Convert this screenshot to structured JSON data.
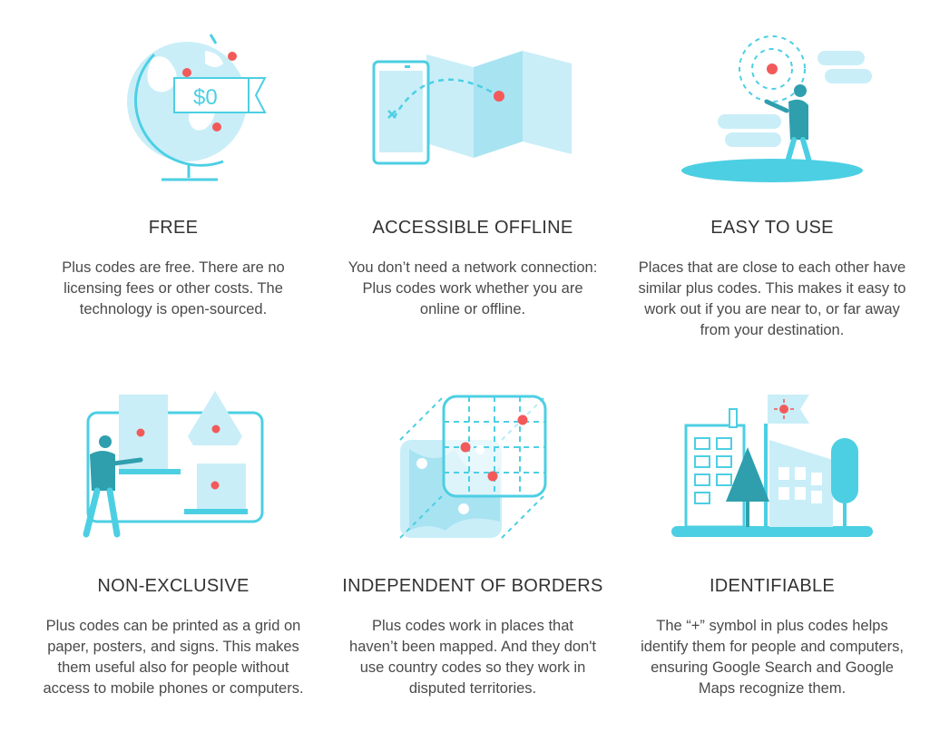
{
  "features": [
    {
      "icon": "globe-icon",
      "title": "FREE",
      "price_label": "$0",
      "description": "Plus codes are free. There are no licensing fees or other costs. The technology is open-sourced."
    },
    {
      "icon": "phone-map-icon",
      "title": "ACCESSIBLE OFFLINE",
      "description": "You don’t need a network connection: Plus codes work whether you are online or offline."
    },
    {
      "icon": "person-location-icon",
      "title": "EASY TO USE",
      "description": "Places that are close to each other have similar plus codes. This makes it easy to work out if you are near to, or far away from your destination."
    },
    {
      "icon": "printed-grid-icon",
      "title": "NON-EXCLUSIVE",
      "description": "Plus codes can be printed as a grid on paper, posters, and signs. This makes them useful also for people without access to mobile phones or computers."
    },
    {
      "icon": "grid-map-icon",
      "title": "INDEPENDENT OF BORDERS",
      "description": "Plus codes work in places that haven’t been mapped. And they don't use country codes so they work in disputed territories."
    },
    {
      "icon": "city-flag-icon",
      "title": "IDENTIFIABLE",
      "description": "The “+” symbol in plus codes helps identify them for people and computers, ensuring Google Search and Google Maps recognize them."
    }
  ],
  "colors": {
    "outline": "#4ccfe3",
    "light_fill": "#c9eef8",
    "mid_fill": "#a8e3f2",
    "teal": "#2f9fae",
    "accent_dot": "#f25a5a",
    "title_text": "#333333",
    "body_text": "#4a4a4a"
  }
}
